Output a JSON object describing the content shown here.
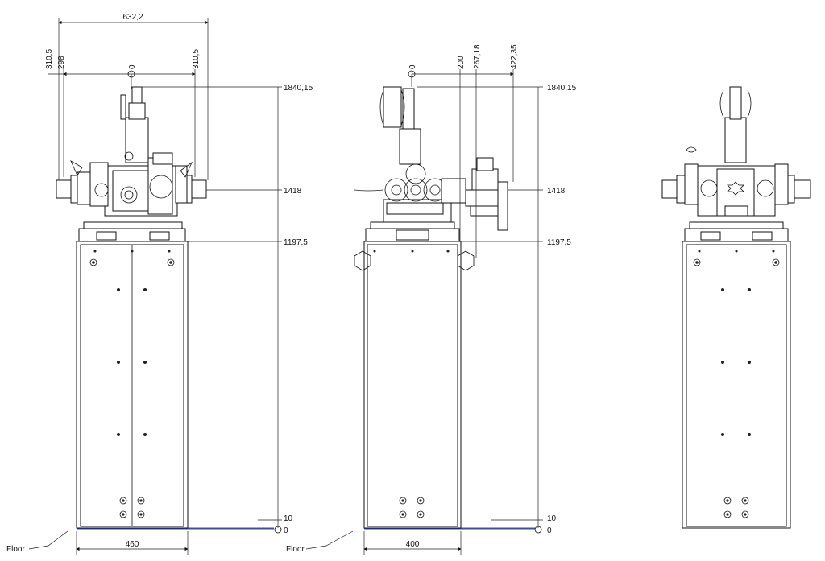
{
  "views": {
    "front": {
      "dims": {
        "total_width": "632,2",
        "left_outer": "310,5",
        "left_inner": "298",
        "origin": "0",
        "right_outer": "310,5",
        "height_top": "1840,15",
        "height_flange": "1418",
        "height_frame": "1197,5",
        "height_base": "10",
        "height_floor": "0",
        "base_width": "460"
      },
      "floor_label": "Floor"
    },
    "side": {
      "dims": {
        "origin": "0",
        "offset_a": "200",
        "offset_b": "267,18",
        "offset_c": "422,35",
        "height_top": "1840,15",
        "height_flange": "1418",
        "height_frame": "1197,5",
        "height_base": "10",
        "height_floor": "0",
        "base_width": "400"
      },
      "floor_label": "Floor"
    }
  },
  "colors": {
    "line": "#111111",
    "floor_line": "#3344cc"
  }
}
